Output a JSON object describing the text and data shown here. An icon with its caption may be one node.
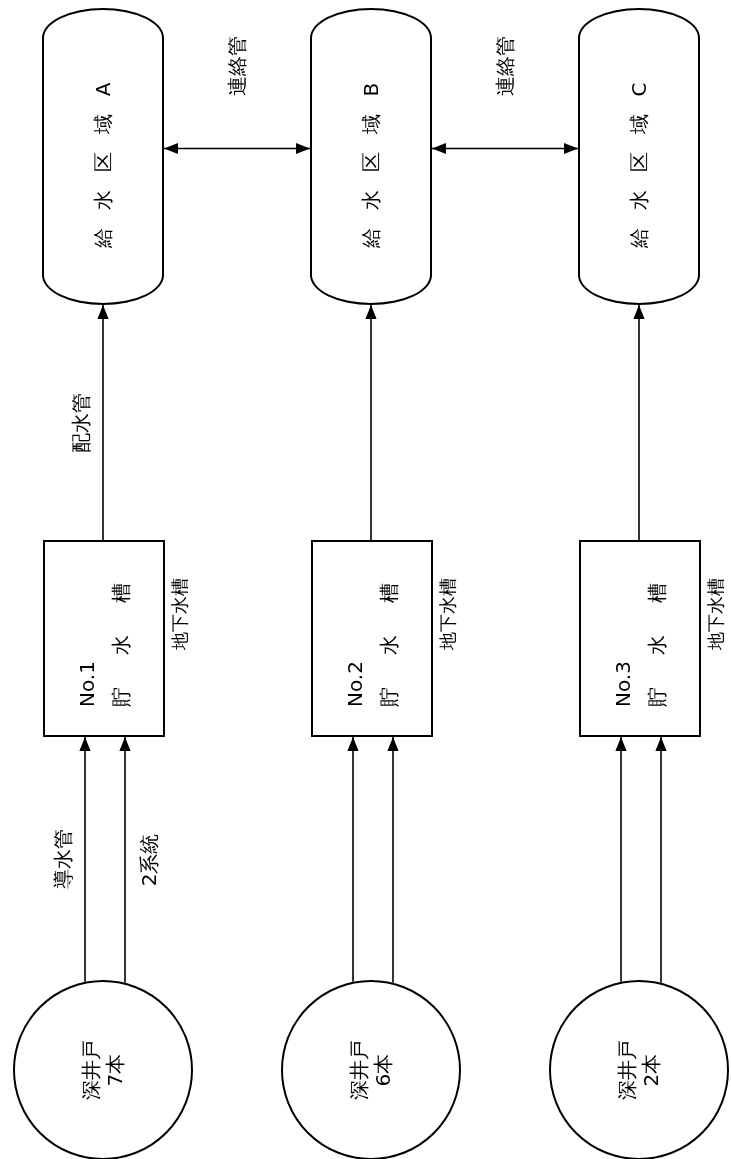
{
  "diagram": {
    "nodes": [
      {
        "text": [
          "深井戸",
          "7本"
        ]
      },
      {
        "text": [
          "No.1",
          "貯水槽"
        ],
        "beside": [
          "地下水槽"
        ]
      },
      {
        "text": [
          "給水区域A"
        ]
      },
      {
        "text": [
          "深井戸",
          "6本"
        ]
      },
      {
        "text": [
          "No.2",
          "貯水槽"
        ],
        "beside": [
          "地下水槽"
        ]
      },
      {
        "text": [
          "給水区域B"
        ]
      },
      {
        "text": [
          "深井戸",
          "2本"
        ]
      },
      {
        "text": [
          "No.3",
          "貯水槽"
        ],
        "beside": [
          "地下水槽"
        ]
      },
      {
        "text": [
          "給水区域C"
        ]
      }
    ],
    "edges": [
      {
        "from": 0,
        "to": 1,
        "arrow": "to",
        "label": "導水管"
      },
      {
        "from": 0,
        "to": 1,
        "arrow": "to",
        "label": "2系統"
      },
      {
        "from": 1,
        "to": 2,
        "arrow": "to",
        "label": "配水管"
      },
      {
        "from": 3,
        "to": 4,
        "arrow": "to"
      },
      {
        "from": 3,
        "to": 4,
        "arrow": "to"
      },
      {
        "from": 4,
        "to": 5,
        "arrow": "to"
      },
      {
        "from": 6,
        "to": 7,
        "arrow": "to"
      },
      {
        "from": 6,
        "to": 7,
        "arrow": "to"
      },
      {
        "from": 7,
        "to": 8,
        "arrow": "to"
      },
      {
        "from": 2,
        "to": 5,
        "arrow": "both",
        "label": "連絡管"
      },
      {
        "from": 5,
        "to": 8,
        "arrow": "both",
        "label": "連絡管"
      }
    ]
  }
}
